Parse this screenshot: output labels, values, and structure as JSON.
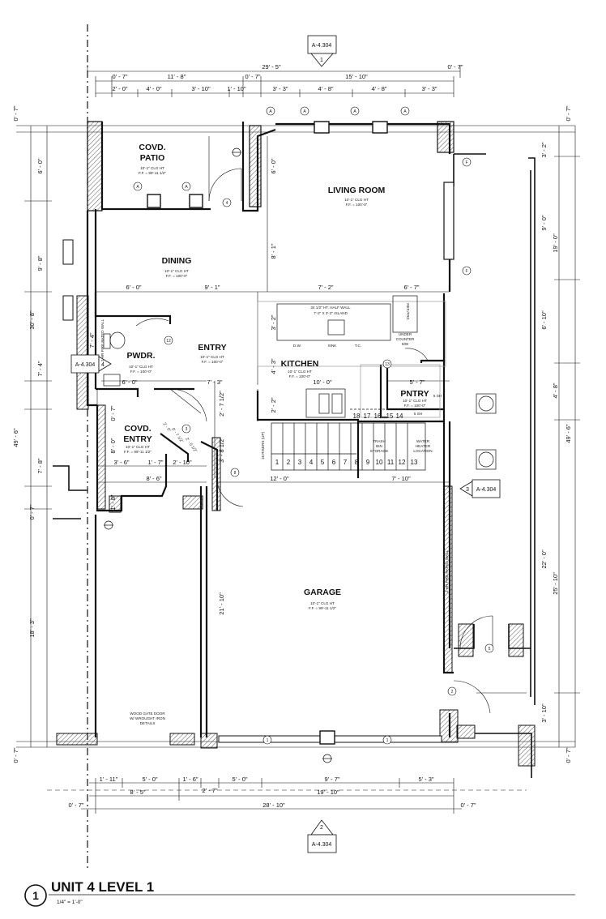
{
  "title": {
    "number": "1",
    "name": "UNIT 4 LEVEL 1",
    "scale": "1/4\" = 1'-0\""
  },
  "section_tags": {
    "top": {
      "sheet": "A-4.304",
      "num": "1"
    },
    "bottom": {
      "sheet": "A-4.304",
      "num": "2"
    },
    "right": {
      "sheet": "A-4.304",
      "num": "3"
    },
    "left": {
      "sheet": "A-4.304",
      "num": "4"
    }
  },
  "rooms": {
    "patio": {
      "l1": "COVD.",
      "l2": "PATIO",
      "clg": "10'-1\" CLG HT",
      "ff": "F.F. = 99'-11 1/2\""
    },
    "living": {
      "name": "LIVING ROOM",
      "clg": "10'-1\" CLG HT",
      "ff": "F.F. = 100'-0\""
    },
    "dining": {
      "name": "DINING",
      "clg": "10'-1\" CLG HT",
      "ff": "F.F. = 100'-0\""
    },
    "entry": {
      "name": "ENTRY",
      "clg": "10'-1\" CLG HT",
      "ff": "F.F. = 100'-0\""
    },
    "pwdr": {
      "name": "PWDR.",
      "clg": "10'-1\" CLG HT",
      "ff": "F.F. = 100'-0\""
    },
    "kitchen": {
      "name": "KITCHEN",
      "clg": "10'-1\" CLG HT",
      "ff": "F.F. = 100'-0\""
    },
    "pntry": {
      "name": "PNTRY",
      "clg": "10'-1\" CLG HT",
      "ff": "F.F. = 100'-0\""
    },
    "covd_entry": {
      "l1": "COVD.",
      "l2": "ENTRY",
      "clg": "10'-1\" CLG HT",
      "ff": "F.F. = 99'-11 1/2\""
    },
    "garage": {
      "name": "GARAGE",
      "clg": "10'-1\" CLG HT",
      "ff": "F.F. = 99'-11 1/2\""
    }
  },
  "notes": {
    "island_l1": "34 1/2\" HT. HALF WALL",
    "island_l2": "7'-2\" X 3'-2\" ISLAND",
    "dw": "D.W.",
    "sink": "SINK",
    "tc": "T.C.",
    "refr": "REF./FRZ.",
    "under_counter_l1": "UNDER",
    "under_counter_l2": "COUNTER",
    "under_counter_l3": "MW",
    "fire_wall_left": "2 HR FIRE RATED WALL",
    "fire_wall_right": "2 HR FIRE RATED WALL",
    "trash_l1": "TRASH",
    "trash_l2": "BIN",
    "trash_l3": "STORAGE",
    "wh_l1": "WATER",
    "wh_l2": "HEATER",
    "wh_l3": "LOCATION",
    "risers": "16 RISERS (UP)",
    "gate_l1": "WOOD GATE DOOR",
    "gate_l2": "W/ WROUGHT IRON",
    "gate_l3": "DETAILS",
    "sh1": "5 SH",
    "sh2": "5 SH"
  },
  "dims_top": {
    "overall": "29' - 5\"",
    "right_small": "0' - 7\"",
    "r2": [
      "0' - 7\"",
      "11' - 8\"",
      "0' - 7\"",
      "15' - 10\""
    ],
    "r3": [
      "2' - 0\"",
      "4' - 0\"",
      "3' - 10\"",
      "1' - 10\"",
      "3' - 3\"",
      "4' - 8\"",
      "4' - 8\"",
      "3' - 3\""
    ]
  },
  "dims_left": {
    "outer_top": "0' - 7\"",
    "outer_mid": "49' - 6\"",
    "outer_bot": "0' - 7\"",
    "s1": [
      "30' - 8\"",
      "7' - 8\"",
      "0' - 7\"",
      "18' - 3\""
    ],
    "s2": [
      "6' - 0\"",
      "9' - 8\"",
      "7' - 4\""
    ]
  },
  "dims_right": {
    "outer_top": "0' - 7\"",
    "outer_mid": "49' - 6\"",
    "outer_bot": "0' - 7\"",
    "s1": [
      "19' - 0\"",
      "4' - 8\"",
      "25' - 10\""
    ],
    "s2": [
      "3' - 2\"",
      "9' - 0\"",
      "6' - 10\"",
      "22' - 0\"",
      "3' - 10\""
    ]
  },
  "dims_bottom": {
    "r1": [
      "1' - 11\"",
      "5' - 0\"",
      "1' - 6\"",
      "2' - 7\"",
      "5' - 0\"",
      "9' - 7\"",
      "5' - 3\""
    ],
    "r2": [
      "8' - 5\"",
      "19' - 10\""
    ],
    "r3": [
      "0' - 7\"",
      "28' - 10\"",
      "0' - 7\""
    ]
  },
  "dims_interior": {
    "dining_l": "6' - 0\"",
    "dining_r": "9' - 1\"",
    "kit_l": "7' - 2\"",
    "kit_r": "6' - 7\"",
    "living_v": "8' - 1\"",
    "patio_v": "6' - 0\"",
    "pwdr_v": "7' - 4\"",
    "pwdr_h": "6' - 0\"",
    "entry_h": "7' - 3\"",
    "kit_v1": "3' - 2\"",
    "kit_v2": "4' - 3\"",
    "kit_h": "10' - 0\"",
    "pntry_h": "5' - 7\"",
    "entry_v1": "2' - 7 1/2\"",
    "entry_v2": "3' - 8 1/2\"",
    "stair_v": "2' - 2\"",
    "ce_v1": "0' - 7\"",
    "ce_v2": "8' - 0\"",
    "ce_v3": "1' - 8\"",
    "ce_h1": "3' - 6\"",
    "ce_h2": "1' - 7\"",
    "ce_h3": "2' - 10\"",
    "ce_h4": "8' - 6\"",
    "diag1": "2' - 0\"",
    "diag2": "0' - 7 1/2\"",
    "diag3": "2' - 0 1/2\"",
    "gar_h1": "12' - 0\"",
    "gar_h2": "7' - 10\"",
    "gar_v": "21' - 10\""
  },
  "stairs_lower": [
    "1",
    "2",
    "3",
    "4",
    "5",
    "6",
    "7",
    "8",
    "9",
    "10",
    "11",
    "12",
    "13"
  ],
  "stairs_upper": [
    "18",
    "17",
    "16",
    "15",
    "14"
  ],
  "door_tags": [
    "1",
    "1",
    "2",
    "3",
    "4",
    "5",
    "8",
    "12",
    "13"
  ],
  "window_tags": [
    "A",
    "A",
    "A",
    "A",
    "A",
    "A",
    "F",
    "F"
  ]
}
